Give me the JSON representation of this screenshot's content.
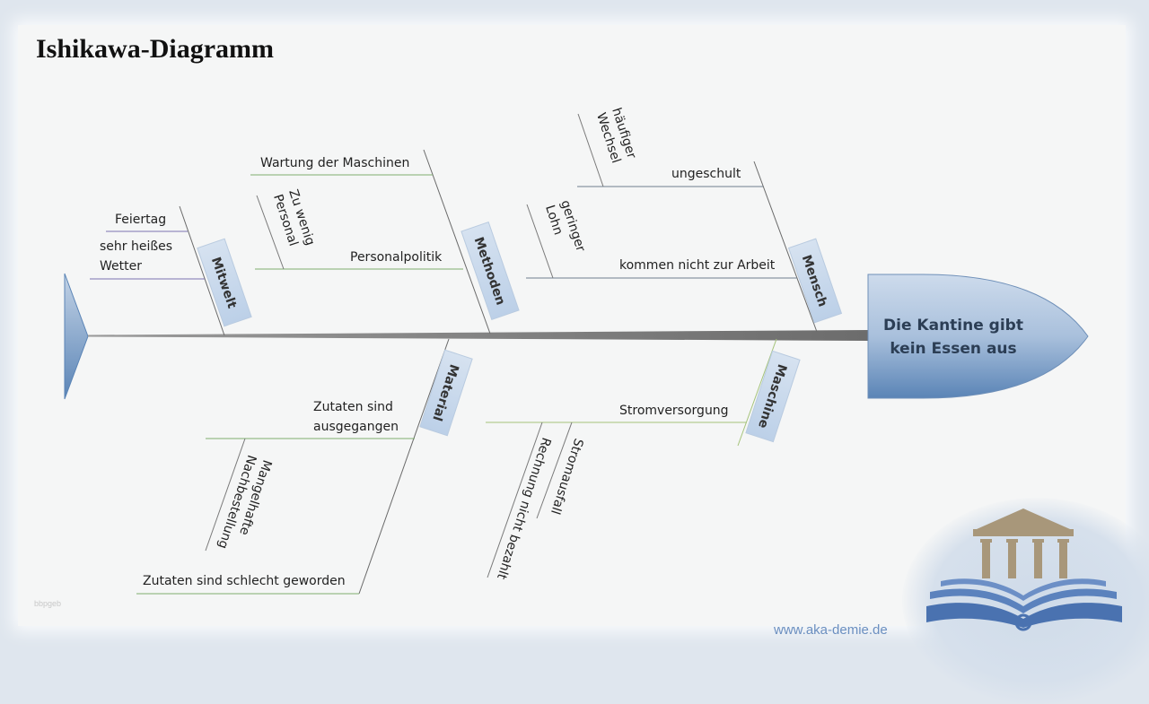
{
  "title": "Ishikawa-Diagramm",
  "effect": [
    "Die Kantine gibt",
    "kein Essen aus"
  ],
  "categories": {
    "mitwelt": "Mitwelt",
    "methoden": "Methoden",
    "mensch": "Mensch",
    "material": "Material",
    "maschine": "Maschine"
  },
  "causes": {
    "feiertag": "Feiertag",
    "wetter": [
      "sehr heißes",
      "Wetter"
    ],
    "wartung": "Wartung der Maschinen",
    "personal": [
      "Zu wenig",
      "Personal"
    ],
    "personalpolitik": "Personalpolitik",
    "wechsel": [
      "häufiger",
      "Wechsel"
    ],
    "ungeschult": "ungeschult",
    "lohn": [
      "geringer",
      "Lohn"
    ],
    "kommen": "kommen nicht zur Arbeit",
    "zutaten_ausgegangen": [
      "Zutaten sind",
      "ausgegangen"
    ],
    "nachbestellung": [
      "Mangelhafte",
      "Nachbestellung"
    ],
    "zutaten_schlecht": "Zutaten sind schlecht geworden",
    "stromversorgung": "Stromversorgung",
    "stromausfall": "Stromausfall",
    "rechnung": "Rechnung nicht bezahlt"
  },
  "footer": "www.aka-demie.de",
  "watermark": "bbpgeb",
  "colors": {
    "spine": "#7a7a7a",
    "bone": "#6a6a6a",
    "mitwelt_line": "#7a72b0",
    "methoden_line": "#7fae6f",
    "mensch_line": "#6f7f8f",
    "material_line": "#7fae6f",
    "maschine_line": "#a5c37a",
    "head_light": "#c9d8ea",
    "head_dark": "#5c86b8"
  }
}
